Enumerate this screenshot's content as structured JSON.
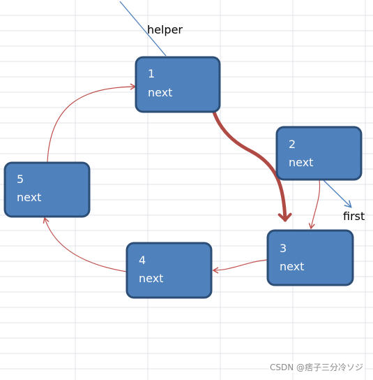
{
  "nodes": [
    {
      "number": "1",
      "field": "next"
    },
    {
      "number": "2",
      "field": "next"
    },
    {
      "number": "3",
      "field": "next"
    },
    {
      "number": "4",
      "field": "next"
    },
    {
      "number": "5",
      "field": "next"
    }
  ],
  "pointers": {
    "helper": "helper",
    "first": "first"
  },
  "watermark": "CSDN @痞子三分冷ソジ",
  "colors": {
    "node_fill": "#4f81bd",
    "node_border": "#2c4d75",
    "link_arrow": "#c0504d",
    "bold_arrow": "#b04a45",
    "pointer_line": "#4a7ebb"
  }
}
